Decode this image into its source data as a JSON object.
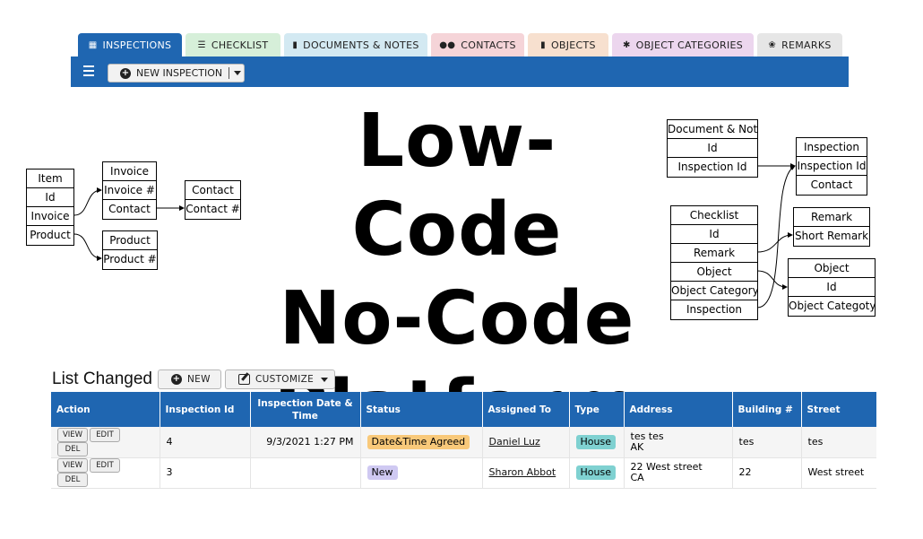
{
  "tabs": [
    {
      "label": "INSPECTIONS",
      "icon": "calendar-check-icon",
      "bg": "#1f66b1"
    },
    {
      "label": "CHECKLIST",
      "icon": "list-check-icon",
      "bg": "#d6efd9"
    },
    {
      "label": "DOCUMENTS & NOTES",
      "icon": "file-icon",
      "bg": "#d3e9f2"
    },
    {
      "label": "CONTACTS",
      "icon": "users-icon",
      "bg": "#f5d4d8"
    },
    {
      "label": "OBJECTS",
      "icon": "clipboard-icon",
      "bg": "#f7e0cf"
    },
    {
      "label": "OBJECT CATEGORIES",
      "icon": "asterisk-icon",
      "bg": "#ecd6ee"
    },
    {
      "label": "REMARKS",
      "icon": "gear-icon",
      "bg": "#e6e6e6"
    }
  ],
  "toolbar": {
    "new_inspection": "NEW INSPECTION"
  },
  "hero": {
    "line1": "Low-Code",
    "line2": "No-Code",
    "line3": "Platform"
  },
  "diagram": {
    "item": [
      "Item",
      "Id",
      "Invoice",
      "Product"
    ],
    "invoice": [
      "Invoice",
      "Invoice #",
      "Contact"
    ],
    "contact": [
      "Contact",
      "Contact #"
    ],
    "product": [
      "Product",
      "Product #"
    ],
    "docnote": [
      "Document & Note",
      "Id",
      "Inspection Id"
    ],
    "inspection": [
      "Inspection",
      "Inspection Id",
      "Contact"
    ],
    "checklist": [
      "Checklist",
      "Id",
      "Remark",
      "Object",
      "Object Category",
      "Inspection"
    ],
    "remark": [
      "Remark",
      "Short Remark"
    ],
    "object": [
      "Object",
      "Id",
      "Object Categoty"
    ]
  },
  "list": {
    "title": "List Changed",
    "new_label": "NEW",
    "customize_label": "CUSTOMIZE",
    "columns": [
      "Action",
      "Inspection Id",
      "Inspection Date & Time",
      "Status",
      "Assigned To",
      "Type",
      "Address",
      "Building #",
      "Street"
    ],
    "action_buttons": {
      "view": "VIEW",
      "edit": "EDIT",
      "del": "DEL"
    },
    "rows": [
      {
        "id": "4",
        "date": "9/3/2021 1:27 PM",
        "status": "Date&Time Agreed",
        "status_color": "#f9c97a",
        "assigned": "Daniel Luz",
        "type": "House",
        "type_color": "#7fd1d1",
        "address1": "tes tes",
        "address2": "AK",
        "building": "tes",
        "street": "tes"
      },
      {
        "id": "3",
        "date": "",
        "status": "New",
        "status_color": "#cfc9f2",
        "assigned": "Sharon Abbot",
        "type": "House",
        "type_color": "#7fd1d1",
        "address1": "22 West street",
        "address2": "CA",
        "building": "22",
        "street": "West street"
      }
    ]
  }
}
